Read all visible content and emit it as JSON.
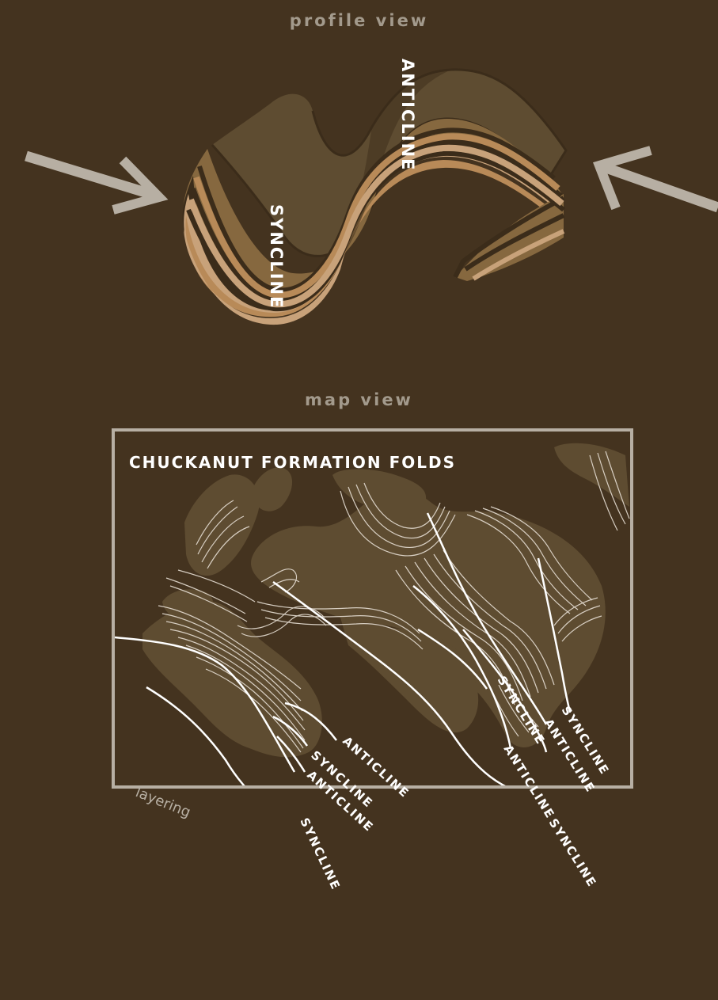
{
  "profile": {
    "title": "profile view",
    "anticline_label": "ANTICLINE",
    "syncline_label": "SYNCLINE"
  },
  "map": {
    "title": "map view",
    "box_title": "CHUCKANUT FORMATION FOLDS",
    "layering_label": "layering",
    "fold_labels": {
      "center_anticline": "ANTICLINE",
      "center_syncline": "SYNCLINE",
      "center_anticline_2": "ANTICLINE",
      "left_syncline_bottom": "SYNCLINE",
      "right_syncline_1": "SYNCLINE",
      "right_anticline_1": "ANTICLINE",
      "right_anticline_2": "ANTICLINE",
      "right_syncline_2": "SYNCLINE",
      "right_syncline_bottom": "SYNCLINE"
    }
  },
  "colors": {
    "background": "#44331f",
    "arrow": "#b7afa3",
    "frame": "#b7afa3",
    "outcrop": "#5e4c31",
    "layer_light": "#c8a27a",
    "layer_mid": "#b88a58",
    "layer_dark": "#86683f"
  }
}
